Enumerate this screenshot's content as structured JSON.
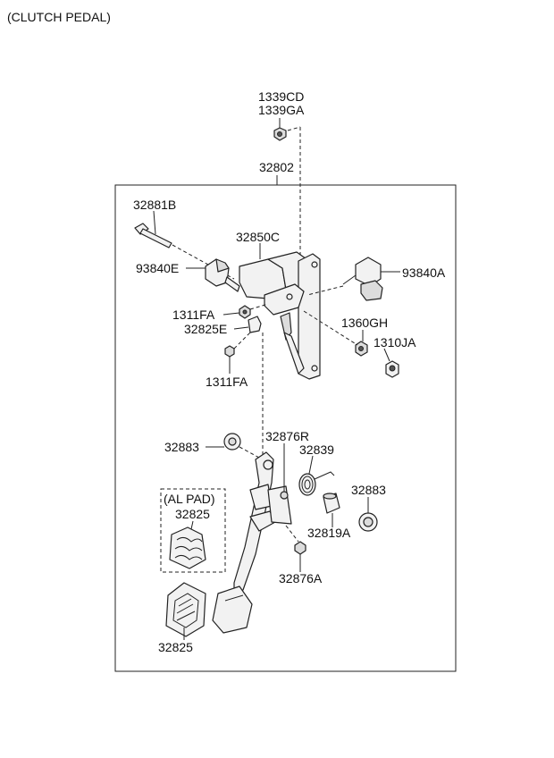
{
  "title": "(CLUTCH PEDAL)",
  "labels": {
    "p1339CD": "1339CD",
    "p1339GA": "1339GA",
    "p32802": "32802",
    "p32881B": "32881B",
    "p32850C": "32850C",
    "p93840E": "93840E",
    "p93840A": "93840A",
    "p1311FA_a": "1311FA",
    "p32825E": "32825E",
    "p1360GH": "1360GH",
    "p1310JA": "1310JA",
    "p1311FA_b": "1311FA",
    "p32883_a": "32883",
    "p32876R": "32876R",
    "p32839": "32839",
    "al_pad": "(AL PAD)",
    "p32825_a": "32825",
    "p32883_b": "32883",
    "p32819A": "32819A",
    "p32876A": "32876A",
    "p32825_b": "32825"
  }
}
